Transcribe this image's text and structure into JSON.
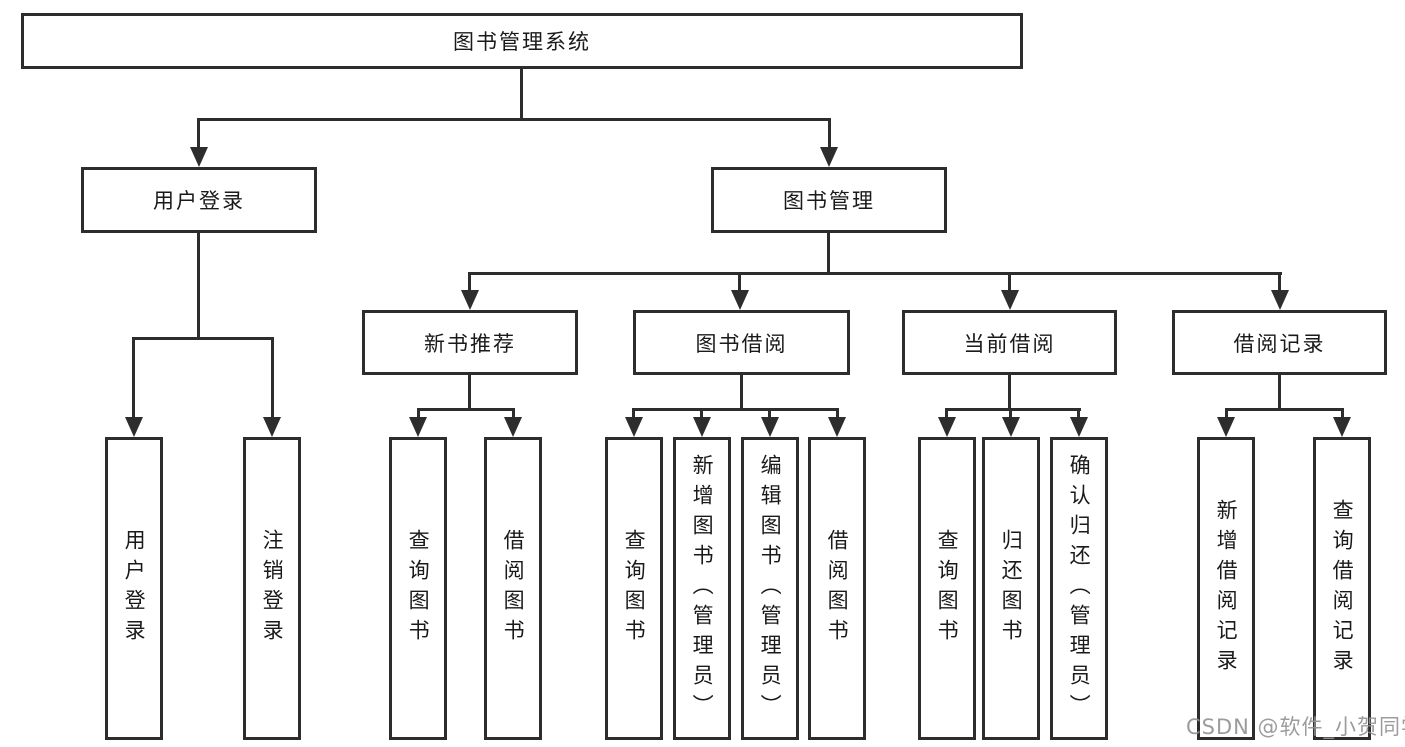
{
  "nodes": {
    "root": "图书管理系统",
    "l2": [
      "用户登录",
      "图书管理"
    ],
    "l3": [
      "新书推荐",
      "图书借阅",
      "当前借阅",
      "借阅记录"
    ],
    "leaves": [
      "用户登录",
      "注销登录",
      "查询图书",
      "借阅图书",
      "查询图书",
      "新增图书（管理员）",
      "编辑图书（管理员）",
      "借阅图书",
      "查询图书",
      "归还图书",
      "确认归还（管理员）",
      "新增借阅记录",
      "查询借阅记录"
    ]
  },
  "watermark": "CSDN @软件_小贺同学",
  "colors": {
    "line": "#2d2d2d",
    "text": "#1a1a1a",
    "background": "#ffffff",
    "watermark": "#949494"
  }
}
